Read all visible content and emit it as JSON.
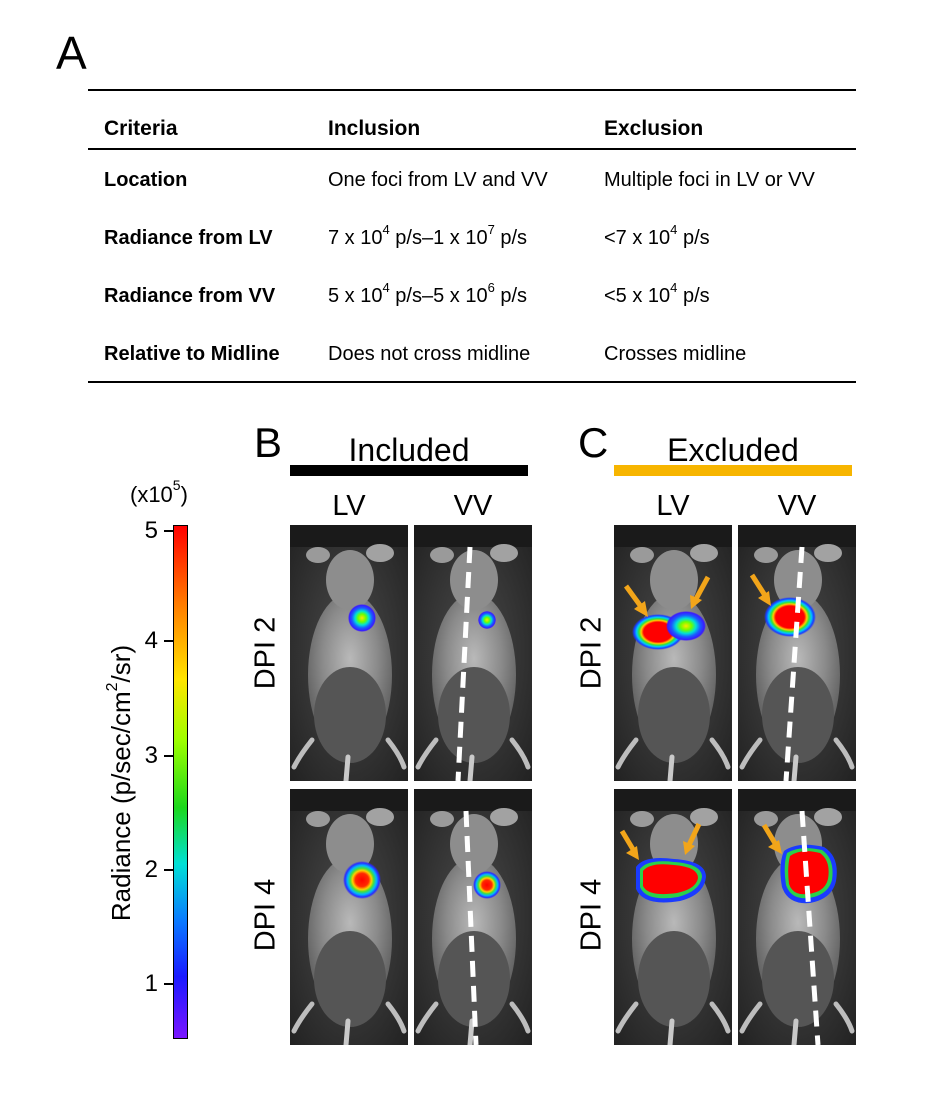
{
  "panel_a": {
    "letter": "A",
    "headers": {
      "criteria": "Criteria",
      "inclusion": "Inclusion",
      "exclusion": "Exclusion"
    },
    "rows": [
      {
        "criteria": "Location",
        "inclusion": "One foci from LV and VV",
        "exclusion": "Multiple foci in LV or VV"
      },
      {
        "criteria": "Radiance from LV",
        "inclusion": {
          "a": "7 x 10",
          "a_exp": "4",
          "b": " p/s–1 x 10",
          "b_exp": "7",
          "c": " p/s"
        },
        "exclusion": {
          "a": "<7 x 10",
          "a_exp": "4",
          "b": " p/s"
        }
      },
      {
        "criteria": "Radiance from VV",
        "inclusion": {
          "a": "5 x 10",
          "a_exp": "4",
          "b": " p/s–5 x 10",
          "b_exp": "6",
          "c": " p/s"
        },
        "exclusion": {
          "a": "<5 x 10",
          "a_exp": "4",
          "b": " p/s"
        }
      },
      {
        "criteria": "Relative to Midline",
        "inclusion": "Does not cross midline",
        "exclusion": "Crosses midline"
      }
    ]
  },
  "scale": {
    "multiplier_base": "(x10",
    "multiplier_exp": "5",
    "multiplier_close": ")",
    "axis_label_a": "Radiance (p/sec/cm",
    "axis_label_exp": "2",
    "axis_label_b": "/sr)",
    "ticks": [
      "5",
      "4",
      "3",
      "2",
      "1"
    ],
    "colors": {
      "max": "#ff0000",
      "min": "#7a16ff"
    }
  },
  "panel_b": {
    "letter": "B",
    "title": "Included",
    "bar_color": "#000000",
    "col_labels": [
      "LV",
      "VV"
    ]
  },
  "panel_c": {
    "letter": "C",
    "title": "Excluded",
    "bar_color": "#f7b500",
    "col_labels": [
      "LV",
      "VV"
    ]
  },
  "row_labels": [
    "DPI 2",
    "DPI 4"
  ],
  "arrow_color": "#f2a51a"
}
